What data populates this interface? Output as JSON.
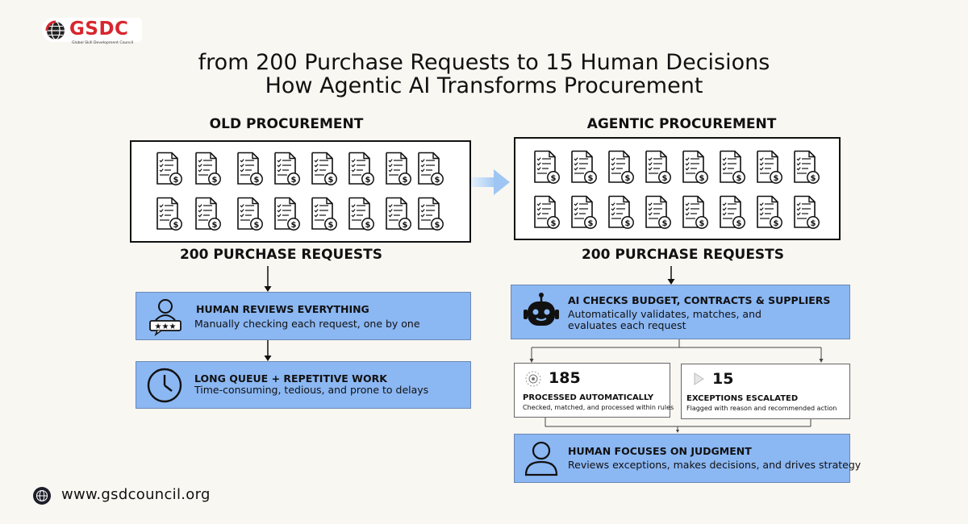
{
  "logo": {
    "text": "GSDC",
    "subtitle": "Global Skill Development Council"
  },
  "title": {
    "line1": "from 200 Purchase Requests to 15 Human Decisions",
    "line2": "How Agentic AI Transforms Procurement"
  },
  "old": {
    "heading": "OLD PROCUREMENT",
    "requests_label": "200 PURCHASE REQUESTS",
    "step1": {
      "title": "HUMAN REVIEWS EVERYTHING",
      "desc": "Manually checking each request, one by one"
    },
    "step2": {
      "title": "LONG QUEUE + REPETITIVE WORK",
      "desc": "Time-consuming, tedious, and prone to delays"
    }
  },
  "agentic": {
    "heading": "AGENTIC PROCUREMENT",
    "requests_label": "200 PURCHASE REQUESTS",
    "ai_step": {
      "title": "AI CHECKS BUDGET, CONTRACTS & SUPPLIERS",
      "desc_line1": "Automatically validates, matches, and",
      "desc_line2": "evaluates each request"
    },
    "processed": {
      "number": "185",
      "title": "PROCESSED AUTOMATICALLY",
      "desc": "Checked, matched, and processed within rules"
    },
    "escalated": {
      "number": "15",
      "title": "EXCEPTIONS ESCALATED",
      "desc": "Flagged with reason and recommended action"
    },
    "human": {
      "title": "HUMAN FOCUSES ON JUDGMENT",
      "desc": "Reviews exceptions, makes decisions, and drives strategy"
    }
  },
  "footer": {
    "url": "www.gsdcouncil.org"
  },
  "colors": {
    "box_fill": "#8bb7f3",
    "accent_red": "#d8262e",
    "arrow_blue": "#a9cdf5"
  }
}
